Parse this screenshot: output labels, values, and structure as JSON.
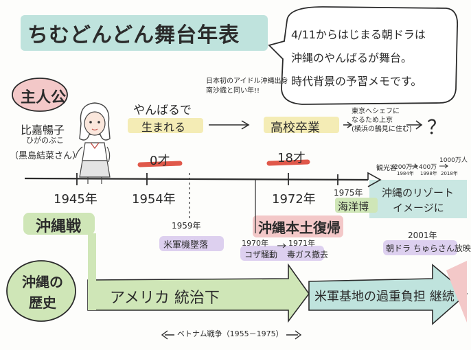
{
  "title": "ちむどんどん舞台年表",
  "note": {
    "line1": "4/11からはじまる朝ドラは",
    "line2": "沖縄のやんばるが舞台。",
    "line3": "時代背景の予習メモです。"
  },
  "protagonist": {
    "label": "主人公",
    "name": "比嘉暢子",
    "reading": "ひがのぶこ",
    "actor": "（黒島結菜さん）"
  },
  "story": {
    "born_line1": "やんばるで",
    "born_line2": "生まれる",
    "age0": "0才",
    "idol_note_line1": "日本初のアイドル沖縄出身",
    "idol_note_line2": "南沙織と同い年!!",
    "graduate": "高校卒業",
    "age18": "18才",
    "tokyo_line1": "東京へシェフに",
    "tokyo_line2": "なるため上京",
    "tokyo_line3": "(横浜の鶴見に住む)",
    "question": "？"
  },
  "tourism": {
    "label": "観光客",
    "v1": "200万人",
    "v2": "400万",
    "v3": "1000万人",
    "y1": "1984年",
    "y2": "1998年",
    "y3": "2018年"
  },
  "years": {
    "y1945": "1945年",
    "y1954": "1954年",
    "y1972": "1972年",
    "y1975": "1975年",
    "y1959": "1959年",
    "y1970": "1970年",
    "y1971": "1971年",
    "y2001": "2001年"
  },
  "events": {
    "battle": "沖縄戦",
    "reversion": "沖縄本土復帰",
    "expo": "海洋博",
    "resort_line1": "沖縄のリゾート",
    "resort_line2": "イメージに",
    "crash": "米軍機墜落",
    "koza": "コザ騒動",
    "gas": "毒ガス撤去",
    "drama_line1": "朝ドラ ちゅらさん放映"
  },
  "history": {
    "label_line1": "沖縄の",
    "label_line2": "歴史",
    "us_rule": "アメリカ 統治下",
    "bases": "米軍基地の過重負担 継続",
    "vietnam": "ベトナム戦争（1955－1975）"
  },
  "colors": {
    "teal": "#bfe3dd",
    "green": "#cfe6b7",
    "green_dark": "#7fb86a",
    "pink": "#f3c8c8",
    "purple": "#ddd0ef",
    "yellow": "#f4ecb5",
    "red": "#e0584a",
    "ink": "#2b2b2b"
  },
  "icons": {
    "girl": "girl-illustration",
    "arrow": "arrow-right-icon"
  }
}
